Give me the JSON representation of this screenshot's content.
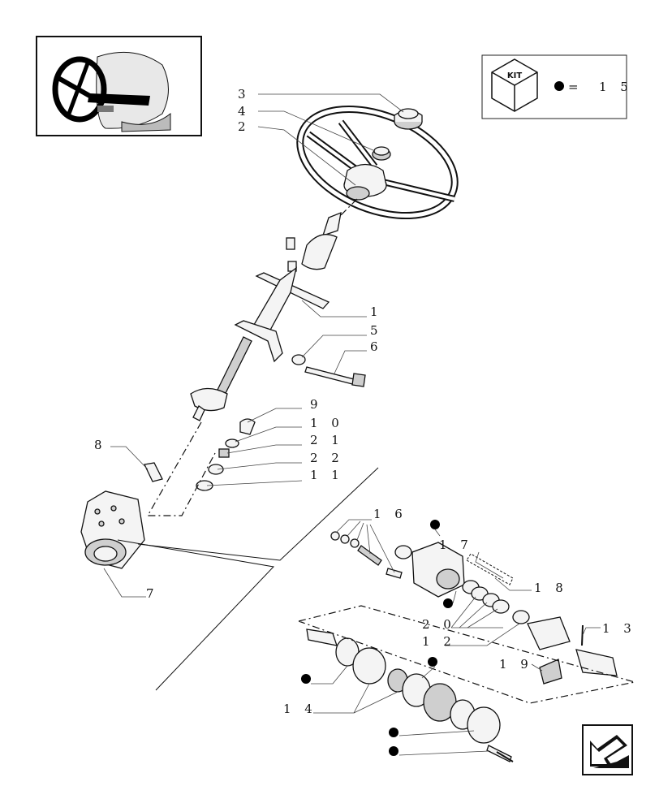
{
  "kit_legend": {
    "box_text": "KIT",
    "equals": "=",
    "number": "1 5"
  },
  "callouts": {
    "c1": "1",
    "c2": "2",
    "c3": "3",
    "c4": "4",
    "c5": "5",
    "c6": "6",
    "c7": "7",
    "c8": "8",
    "c9": "9",
    "c10": "1 0",
    "c11": "1 1",
    "c12": "1 2",
    "c13": "1 3",
    "c14": "1 4",
    "c16": "1 6",
    "c17": "1 7",
    "c18": "1 8",
    "c19": "1 9",
    "c20": "2 0",
    "c21": "2 1",
    "c22": "2 2"
  },
  "icons": {
    "thumbnail": "steering-wheel-thumbnail-icon",
    "kit": "kit-box-icon",
    "nav": "next-page-arrow-icon"
  }
}
